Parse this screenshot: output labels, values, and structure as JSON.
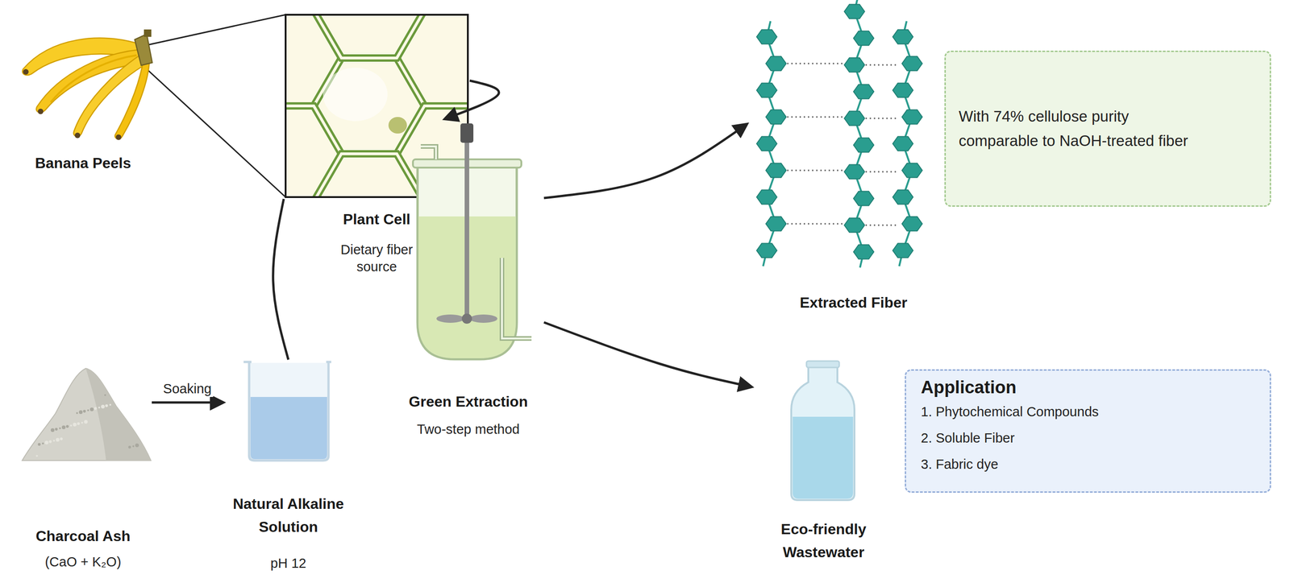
{
  "diagram": {
    "nodes": [
      {
        "text": [
          "Banana Peels"
        ]
      },
      {
        "text": [
          "Plant Cell",
          "Dietary fiber source"
        ]
      },
      {
        "text": [
          "Green Extraction",
          "Two-step method"
        ]
      },
      {
        "text": [
          "Extracted Fiber"
        ]
      },
      {
        "text": [
          "With 74% cellulose purity comparable to NaOH-treated fiber"
        ]
      },
      {
        "text": [
          "Charcoal Ash",
          "(CaO + K₂O)"
        ]
      },
      {
        "text": [
          "Natural Alkaline Solution",
          "pH 12"
        ]
      },
      {
        "text": [
          "Eco-friendly Wastewater"
        ]
      },
      {
        "text": [
          "Application",
          "1. Phytochemical Compounds",
          "2. Soluble Fiber",
          "3. Fabric dye"
        ]
      }
    ],
    "edges": [
      {
        "from": 1,
        "to": 2,
        "arrow": "to"
      },
      {
        "from": 5,
        "to": 6,
        "arrow": "to",
        "label": "Soaking"
      },
      {
        "from": 6,
        "to": 1,
        "arrow": "none"
      },
      {
        "from": 2,
        "to": 3,
        "arrow": "to"
      },
      {
        "from": 2,
        "to": 7,
        "arrow": "to"
      }
    ]
  }
}
